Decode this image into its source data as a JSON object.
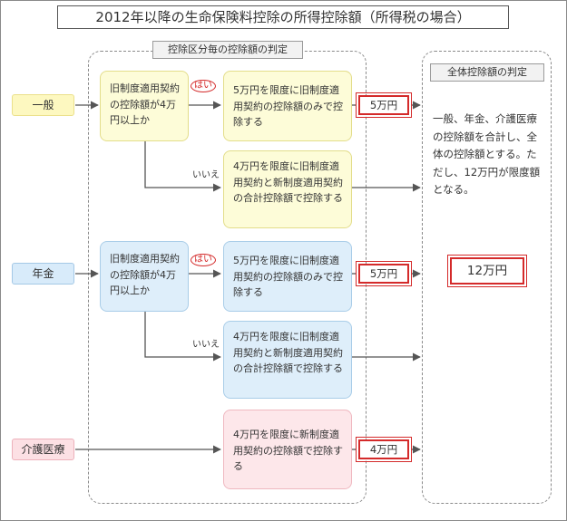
{
  "title": "2012年以降の生命保険料控除の所得控除額（所得税の場合）",
  "region_left_label": "控除区分毎の控除額の判定",
  "region_right_label": "全体控除額の判定",
  "categories": {
    "general": "一般",
    "pension": "年金",
    "medical": "介護医療"
  },
  "question_general": "旧制度適用契約の控除額が4万円以上か",
  "question_pension": "旧制度適用契約の控除額が4万円以上か",
  "yes_label": "はい",
  "no_label": "いいえ",
  "general_yes_text": "5万円を限度に旧制度適用契約の控除額のみで控除する",
  "general_no_text": "4万円を限度に旧制度適用契約と新制度適用契約の合計控除額で控除する",
  "pension_yes_text": "5万円を限度に旧制度適用契約の控除額のみで控除する",
  "pension_no_text": "4万円を限度に旧制度適用契約と新制度適用契約の合計控除額で控除する",
  "medical_text": "4万円を限度に新制度適用契約の控除額で控除する",
  "amounts": {
    "general": "5万円",
    "pension": "5万円",
    "medical": "4万円",
    "total": "12万円"
  },
  "total_explanation": "一般、年金、介護医療の控除額を合計し、全体の控除額とする。ただし、12万円が限度額となる。",
  "colors": {
    "yellow": "#fdfcd8",
    "blue": "#deeefa",
    "pink": "#fde7ea",
    "red": "#d42a2a",
    "arrow": "#555555"
  }
}
